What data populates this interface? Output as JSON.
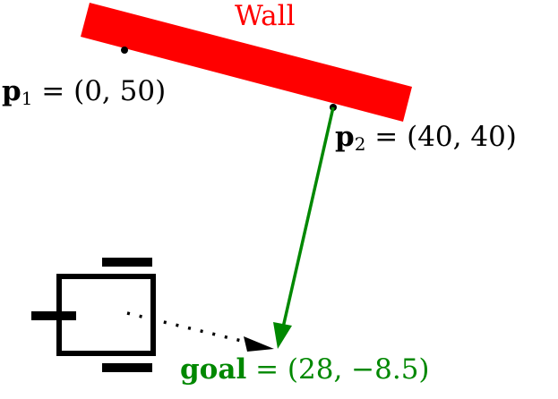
{
  "wall": {
    "label": "Wall",
    "color": "#ff0000"
  },
  "p1": {
    "name": "p",
    "sub": "1",
    "eq": " = (0, 50)"
  },
  "p2": {
    "name": "p",
    "sub": "2",
    "eq": " = (40, 40)"
  },
  "goal": {
    "name": "goal",
    "eq": " = (28, −8.5)",
    "color": "#008800"
  }
}
